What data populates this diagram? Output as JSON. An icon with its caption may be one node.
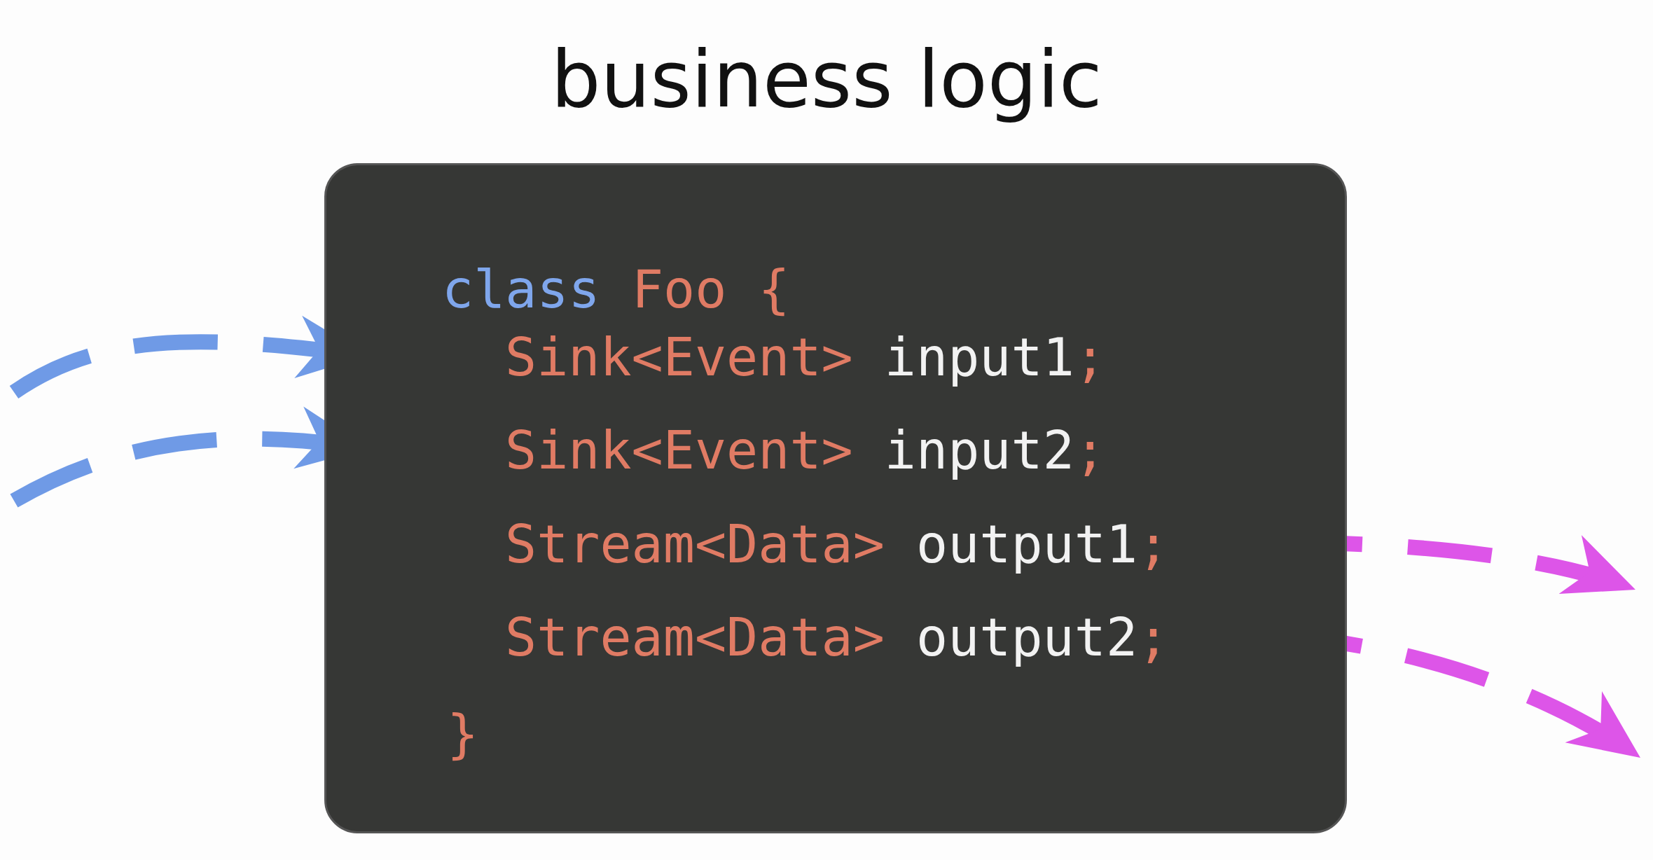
{
  "diagram": {
    "title": "business logic",
    "nodes": [
      {
        "text": [
          "class Foo {",
          "}"
        ]
      },
      {
        "text": [
          "Sink<Event> input1;"
        ],
        "in": 0
      },
      {
        "text": [
          "Sink<Event> input2;"
        ],
        "in": 0
      },
      {
        "text": [
          "Stream<Data> output1;"
        ],
        "in": 0
      },
      {
        "text": [
          "Stream<Data> output2;"
        ],
        "in": 0
      }
    ],
    "edges": [
      {
        "from": null,
        "to": 1,
        "arrow": "to",
        "style": "dashed",
        "color": "#6f9ae6"
      },
      {
        "from": null,
        "to": 2,
        "arrow": "to",
        "style": "dashed",
        "color": "#6f9ae6"
      },
      {
        "from": 3,
        "to": null,
        "arrow": "to",
        "style": "dashed",
        "color": "#dd55e8"
      },
      {
        "from": 4,
        "to": null,
        "arrow": "to",
        "style": "dashed",
        "color": "#dd55e8"
      }
    ]
  }
}
